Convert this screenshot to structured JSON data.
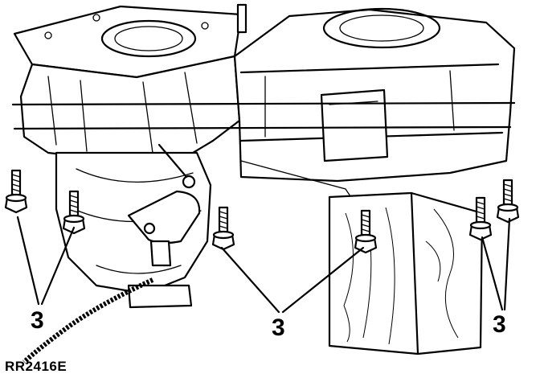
{
  "figure": {
    "callouts": [
      "3",
      "3",
      "3"
    ],
    "figure_id": "RR2416E"
  }
}
